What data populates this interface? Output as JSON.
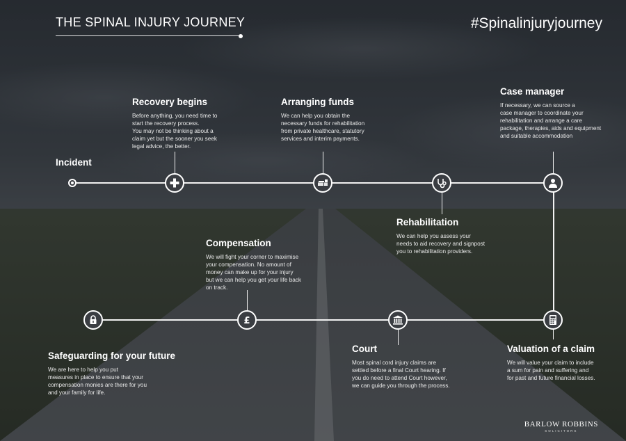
{
  "header": {
    "title": "THE SPINAL INJURY JOURNEY",
    "hashtag": "#Spinalinjuryjourney"
  },
  "stages": {
    "incident": {
      "title": "Incident"
    },
    "recovery": {
      "title": "Recovery begins",
      "text": "Before anything, you need time to\nstart the recovery process.\nYou may not be thinking about a\nclaim yet but the sooner you seek\nlegal advice, the better.",
      "icon": "plus-icon"
    },
    "funds": {
      "title": "Arranging funds",
      "text": "We can help you obtain the\nnecessary funds for rehabilitation\nfrom private healthcare, statutory\nservices and interim payments.",
      "icon": "money-stack-icon"
    },
    "rehabilitation": {
      "title": "Rehabilitation",
      "text": "We can help you assess your\nneeds to aid recovery and signpost\nyou to rehabilitation providers.",
      "icon": "stethoscope-icon"
    },
    "case_manager": {
      "title": "Case manager",
      "text": "If necessary, we can source a\ncase manager to coordinate your\nrehabilitation and arrange a care\npackage, therapies, aids and equipment\nand suitable accommodation",
      "icon": "person-icon"
    },
    "valuation": {
      "title": "Valuation of a claim",
      "text": "We will value your claim to include\na sum for pain and suffering and\nfor past and future financial losses.",
      "icon": "calculator-icon"
    },
    "court": {
      "title": "Court",
      "text": "Most spinal cord injury claims are\nsettled before a final Court hearing. If\nyou do need to attend Court however,\nwe can guide you through the process.",
      "icon": "courthouse-icon"
    },
    "compensation": {
      "title": "Compensation",
      "text": "We will fight your corner to maximise\nyour compensation. No amount of\nmoney can make up for your injury\nbut we can help you get your life back\non track.",
      "icon": "pound-icon"
    },
    "safeguarding": {
      "title": "Safeguarding for your future",
      "text": "We are here to help you put\nmeasures in place to ensure that your\ncompensation monies are there for you\nand your family for life.",
      "icon": "padlock-icon"
    }
  },
  "logo": {
    "name": "BARLOW ROBBINS",
    "sub": "SOLICITORS"
  },
  "colors": {
    "line": "#f2f2f2",
    "text": "#ffffff"
  }
}
